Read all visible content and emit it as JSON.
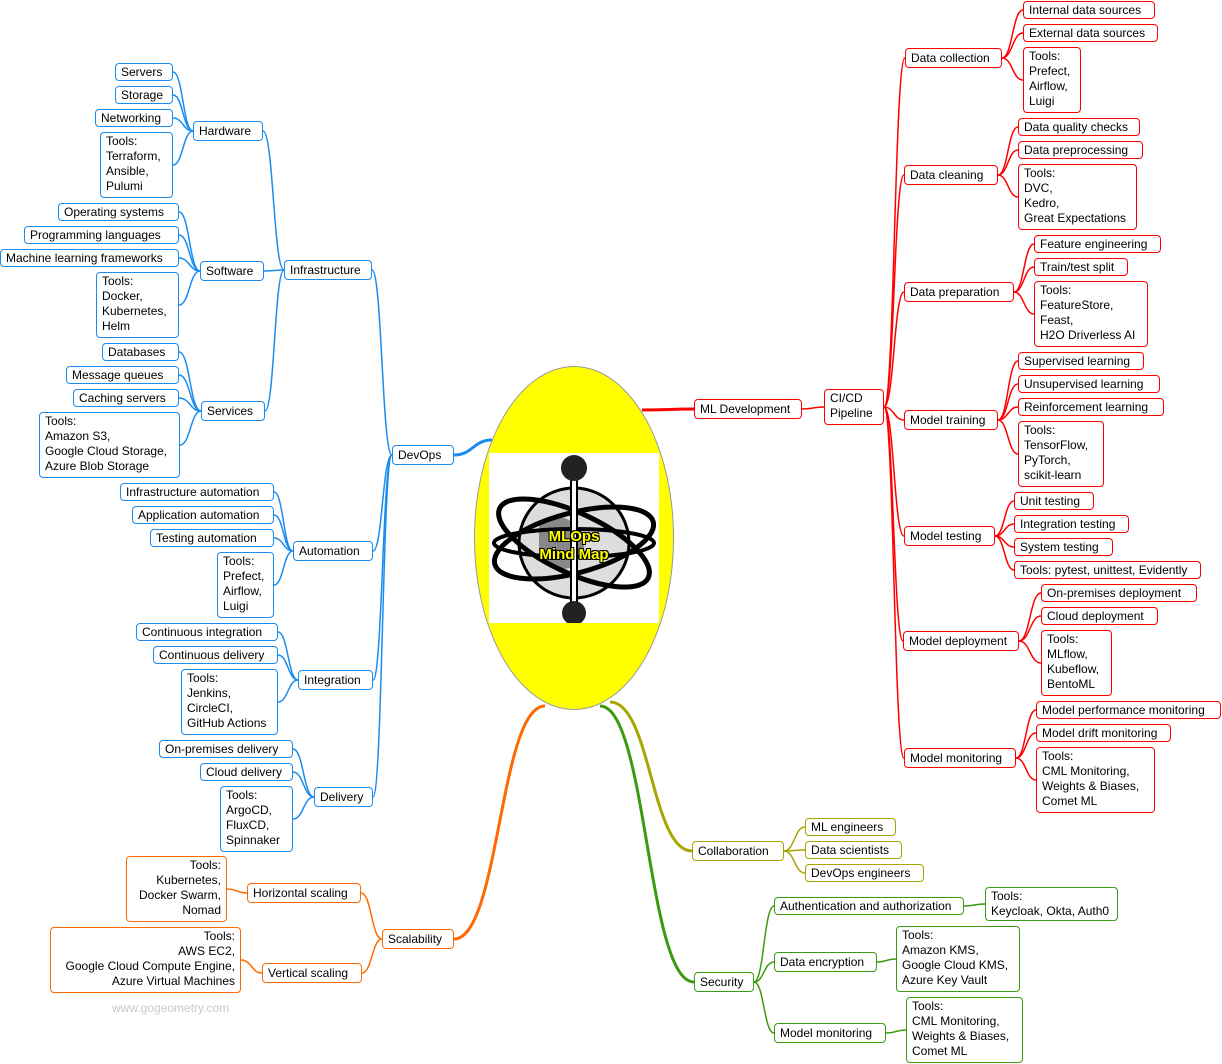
{
  "center": {
    "title": "MLOps\nMind Map"
  },
  "watermark": "www.gogeometry.com",
  "colors": {
    "devops": "#1a8cf0",
    "ml": "#ff0000",
    "collab": "#a6a600",
    "security": "#3c9a10",
    "scale": "#ff6a00",
    "center": "#ffff00"
  },
  "nodes": [
    {
      "id": "devops",
      "text": "DevOps",
      "parent": "root",
      "branch": "devops"
    },
    {
      "id": "infra",
      "text": "Infrastructure",
      "parent": "devops",
      "branch": "devops"
    },
    {
      "id": "hardware",
      "text": "Hardware",
      "parent": "infra",
      "branch": "devops"
    },
    {
      "id": "servers",
      "text": "Servers",
      "parent": "hardware",
      "branch": "devops"
    },
    {
      "id": "storage",
      "text": "Storage",
      "parent": "hardware",
      "branch": "devops"
    },
    {
      "id": "networking",
      "text": "Networking",
      "parent": "hardware",
      "branch": "devops"
    },
    {
      "id": "hw-tools",
      "text": "Tools:\nTerraform,\nAnsible,\nPulumi",
      "parent": "hardware",
      "branch": "devops"
    },
    {
      "id": "software",
      "text": "Software",
      "parent": "infra",
      "branch": "devops"
    },
    {
      "id": "os",
      "text": "Operating systems",
      "parent": "software",
      "branch": "devops"
    },
    {
      "id": "proglang",
      "text": "Programming languages",
      "parent": "software",
      "branch": "devops"
    },
    {
      "id": "mlfw",
      "text": "Machine learning frameworks",
      "parent": "software",
      "branch": "devops"
    },
    {
      "id": "sw-tools",
      "text": "Tools:\nDocker,\nKubernetes,\nHelm",
      "parent": "software",
      "branch": "devops"
    },
    {
      "id": "services",
      "text": "Services",
      "parent": "infra",
      "branch": "devops"
    },
    {
      "id": "databases",
      "text": "Databases",
      "parent": "services",
      "branch": "devops"
    },
    {
      "id": "mq",
      "text": "Message queues",
      "parent": "services",
      "branch": "devops"
    },
    {
      "id": "caching",
      "text": "Caching servers",
      "parent": "services",
      "branch": "devops"
    },
    {
      "id": "svc-tools",
      "text": "Tools:\nAmazon S3,\nGoogle Cloud Storage,\nAzure Blob Storage",
      "parent": "services",
      "branch": "devops"
    },
    {
      "id": "automation",
      "text": "Automation",
      "parent": "devops",
      "branch": "devops"
    },
    {
      "id": "infra-auto",
      "text": "Infrastructure automation",
      "parent": "automation",
      "branch": "devops"
    },
    {
      "id": "app-auto",
      "text": "Application automation",
      "parent": "automation",
      "branch": "devops"
    },
    {
      "id": "test-auto",
      "text": "Testing automation",
      "parent": "automation",
      "branch": "devops"
    },
    {
      "id": "auto-tools",
      "text": "Tools:\nPrefect,\nAirflow,\nLuigi",
      "parent": "automation",
      "branch": "devops"
    },
    {
      "id": "integration",
      "text": "Integration",
      "parent": "devops",
      "branch": "devops"
    },
    {
      "id": "ci",
      "text": "Continuous integration",
      "parent": "integration",
      "branch": "devops"
    },
    {
      "id": "cd",
      "text": "Continuous delivery",
      "parent": "integration",
      "branch": "devops"
    },
    {
      "id": "int-tools",
      "text": "Tools:\nJenkins,\nCircleCI,\nGitHub Actions",
      "parent": "integration",
      "branch": "devops"
    },
    {
      "id": "delivery",
      "text": "Delivery",
      "parent": "devops",
      "branch": "devops"
    },
    {
      "id": "onprem",
      "text": "On-premises delivery",
      "parent": "delivery",
      "branch": "devops"
    },
    {
      "id": "cloud",
      "text": "Cloud delivery",
      "parent": "delivery",
      "branch": "devops"
    },
    {
      "id": "del-tools",
      "text": "Tools:\nArgoCD,\nFluxCD,\nSpinnaker",
      "parent": "delivery",
      "branch": "devops"
    },
    {
      "id": "mldev",
      "text": "ML Development",
      "parent": "root",
      "branch": "ml"
    },
    {
      "id": "cicd",
      "text": "CI/CD\nPipeline",
      "parent": "mldev",
      "branch": "ml"
    },
    {
      "id": "datacoll",
      "text": "Data collection",
      "parent": "cicd",
      "branch": "ml"
    },
    {
      "id": "internal",
      "text": "Internal data sources",
      "parent": "datacoll",
      "branch": "ml"
    },
    {
      "id": "external",
      "text": "External data sources",
      "parent": "datacoll",
      "branch": "ml"
    },
    {
      "id": "dc-tools",
      "text": "Tools:\nPrefect,\nAirflow,\nLuigi",
      "parent": "datacoll",
      "branch": "ml"
    },
    {
      "id": "dataclean",
      "text": "Data cleaning",
      "parent": "cicd",
      "branch": "ml"
    },
    {
      "id": "dqc",
      "text": "Data quality checks",
      "parent": "dataclean",
      "branch": "ml"
    },
    {
      "id": "dpre",
      "text": "Data preprocessing",
      "parent": "dataclean",
      "branch": "ml"
    },
    {
      "id": "dcl-tools",
      "text": "Tools:\nDVC,\nKedro,\nGreat Expectations",
      "parent": "dataclean",
      "branch": "ml"
    },
    {
      "id": "dataprep",
      "text": "Data preparation",
      "parent": "cicd",
      "branch": "ml"
    },
    {
      "id": "fe",
      "text": "Feature engineering",
      "parent": "dataprep",
      "branch": "ml"
    },
    {
      "id": "tts",
      "text": "Train/test split",
      "parent": "dataprep",
      "branch": "ml"
    },
    {
      "id": "dp-tools",
      "text": "Tools:\nFeatureStore,\nFeast,\nH2O Driverless AI",
      "parent": "dataprep",
      "branch": "ml"
    },
    {
      "id": "modeltrain",
      "text": "Model training",
      "parent": "cicd",
      "branch": "ml"
    },
    {
      "id": "sup",
      "text": "Supervised learning",
      "parent": "modeltrain",
      "branch": "ml"
    },
    {
      "id": "unsup",
      "text": "Unsupervised learning",
      "parent": "modeltrain",
      "branch": "ml"
    },
    {
      "id": "reinf",
      "text": "Reinforcement learning",
      "parent": "modeltrain",
      "branch": "ml"
    },
    {
      "id": "mt-tools",
      "text": "Tools:\nTensorFlow,\nPyTorch,\nscikit-learn",
      "parent": "modeltrain",
      "branch": "ml"
    },
    {
      "id": "modeltest",
      "text": "Model testing",
      "parent": "cicd",
      "branch": "ml"
    },
    {
      "id": "unit",
      "text": "Unit testing",
      "parent": "modeltest",
      "branch": "ml"
    },
    {
      "id": "integ",
      "text": "Integration testing",
      "parent": "modeltest",
      "branch": "ml"
    },
    {
      "id": "sys",
      "text": "System testing",
      "parent": "modeltest",
      "branch": "ml"
    },
    {
      "id": "mtest-tools",
      "text": "Tools: pytest, unittest, Evidently",
      "parent": "modeltest",
      "branch": "ml"
    },
    {
      "id": "modeldeploy",
      "text": "Model deployment",
      "parent": "cicd",
      "branch": "ml"
    },
    {
      "id": "onprem-d",
      "text": "On-premises deployment",
      "parent": "modeldeploy",
      "branch": "ml"
    },
    {
      "id": "cloud-d",
      "text": "Cloud deployment",
      "parent": "modeldeploy",
      "branch": "ml"
    },
    {
      "id": "md-tools",
      "text": "Tools:\nMLflow,\nKubeflow,\nBentoML",
      "parent": "modeldeploy",
      "branch": "ml"
    },
    {
      "id": "modelmon",
      "text": "Model monitoring",
      "parent": "cicd",
      "branch": "ml"
    },
    {
      "id": "perf",
      "text": "Model performance monitoring",
      "parent": "modelmon",
      "branch": "ml"
    },
    {
      "id": "drift",
      "text": "Model drift monitoring",
      "parent": "modelmon",
      "branch": "ml"
    },
    {
      "id": "mm-tools",
      "text": "Tools:\nCML Monitoring,\nWeights & Biases,\nComet ML",
      "parent": "modelmon",
      "branch": "ml"
    },
    {
      "id": "collab",
      "text": "Collaboration",
      "parent": "root",
      "branch": "collab"
    },
    {
      "id": "mle",
      "text": "ML engineers",
      "parent": "collab",
      "branch": "collab"
    },
    {
      "id": "ds",
      "text": "Data scientists",
      "parent": "collab",
      "branch": "collab"
    },
    {
      "id": "devopseng",
      "text": "DevOps engineers",
      "parent": "collab",
      "branch": "collab"
    },
    {
      "id": "security",
      "text": "Security",
      "parent": "root",
      "branch": "security"
    },
    {
      "id": "authn",
      "text": "Authentication and authorization",
      "parent": "security",
      "branch": "security"
    },
    {
      "id": "authn-tools",
      "text": "Tools:\nKeycloak, Okta, Auth0",
      "parent": "authn",
      "branch": "security"
    },
    {
      "id": "enc",
      "text": "Data encryption",
      "parent": "security",
      "branch": "security"
    },
    {
      "id": "enc-tools",
      "text": "Tools:\nAmazon KMS,\nGoogle Cloud KMS,\nAzure Key Vault",
      "parent": "enc",
      "branch": "security"
    },
    {
      "id": "secmon",
      "text": "Model monitoring",
      "parent": "security",
      "branch": "security"
    },
    {
      "id": "secmon-tools",
      "text": "Tools:\nCML Monitoring,\nWeights & Biases,\nComet ML",
      "parent": "secmon",
      "branch": "security"
    },
    {
      "id": "scalability",
      "text": "Scalability",
      "parent": "root",
      "branch": "scale"
    },
    {
      "id": "hscale",
      "text": "Horizontal scaling",
      "parent": "scalability",
      "branch": "scale"
    },
    {
      "id": "h-tools",
      "text": "Tools:\nKubernetes,\nDocker Swarm,\nNomad",
      "parent": "hscale",
      "branch": "scale"
    },
    {
      "id": "vscale",
      "text": "Vertical scaling",
      "parent": "scalability",
      "branch": "scale"
    },
    {
      "id": "v-tools",
      "text": "Tools:\nAWS EC2,\nGoogle Cloud Compute Engine,\nAzure Virtual Machines",
      "parent": "vscale",
      "branch": "scale"
    }
  ]
}
